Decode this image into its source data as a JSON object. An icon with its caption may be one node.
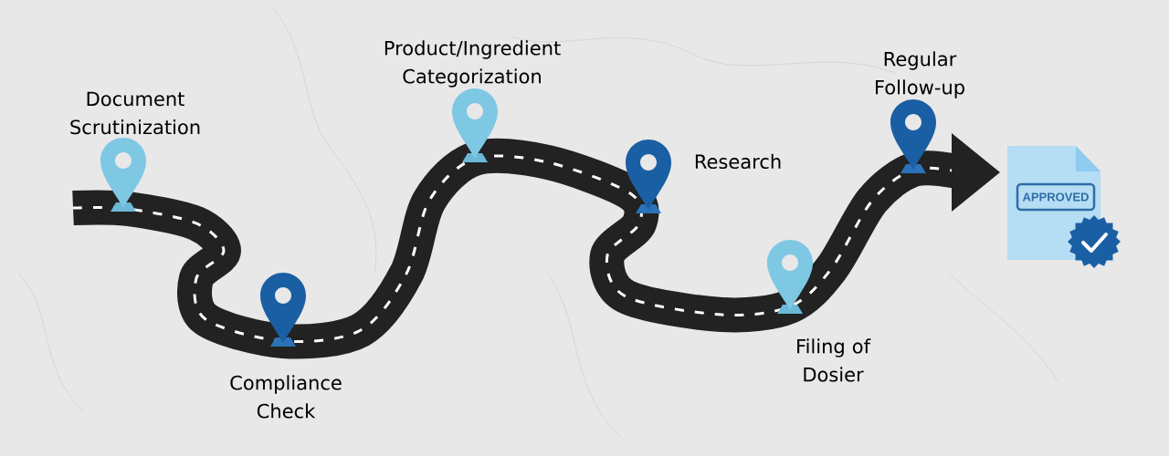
{
  "diagram": {
    "labels": [
      "Document Scrutinization",
      "Product/Ingredient Categorization",
      "Research",
      "Regular Follow-up",
      "Compliance Check",
      "Filing of Dosier",
      "APPROVED"
    ]
  }
}
